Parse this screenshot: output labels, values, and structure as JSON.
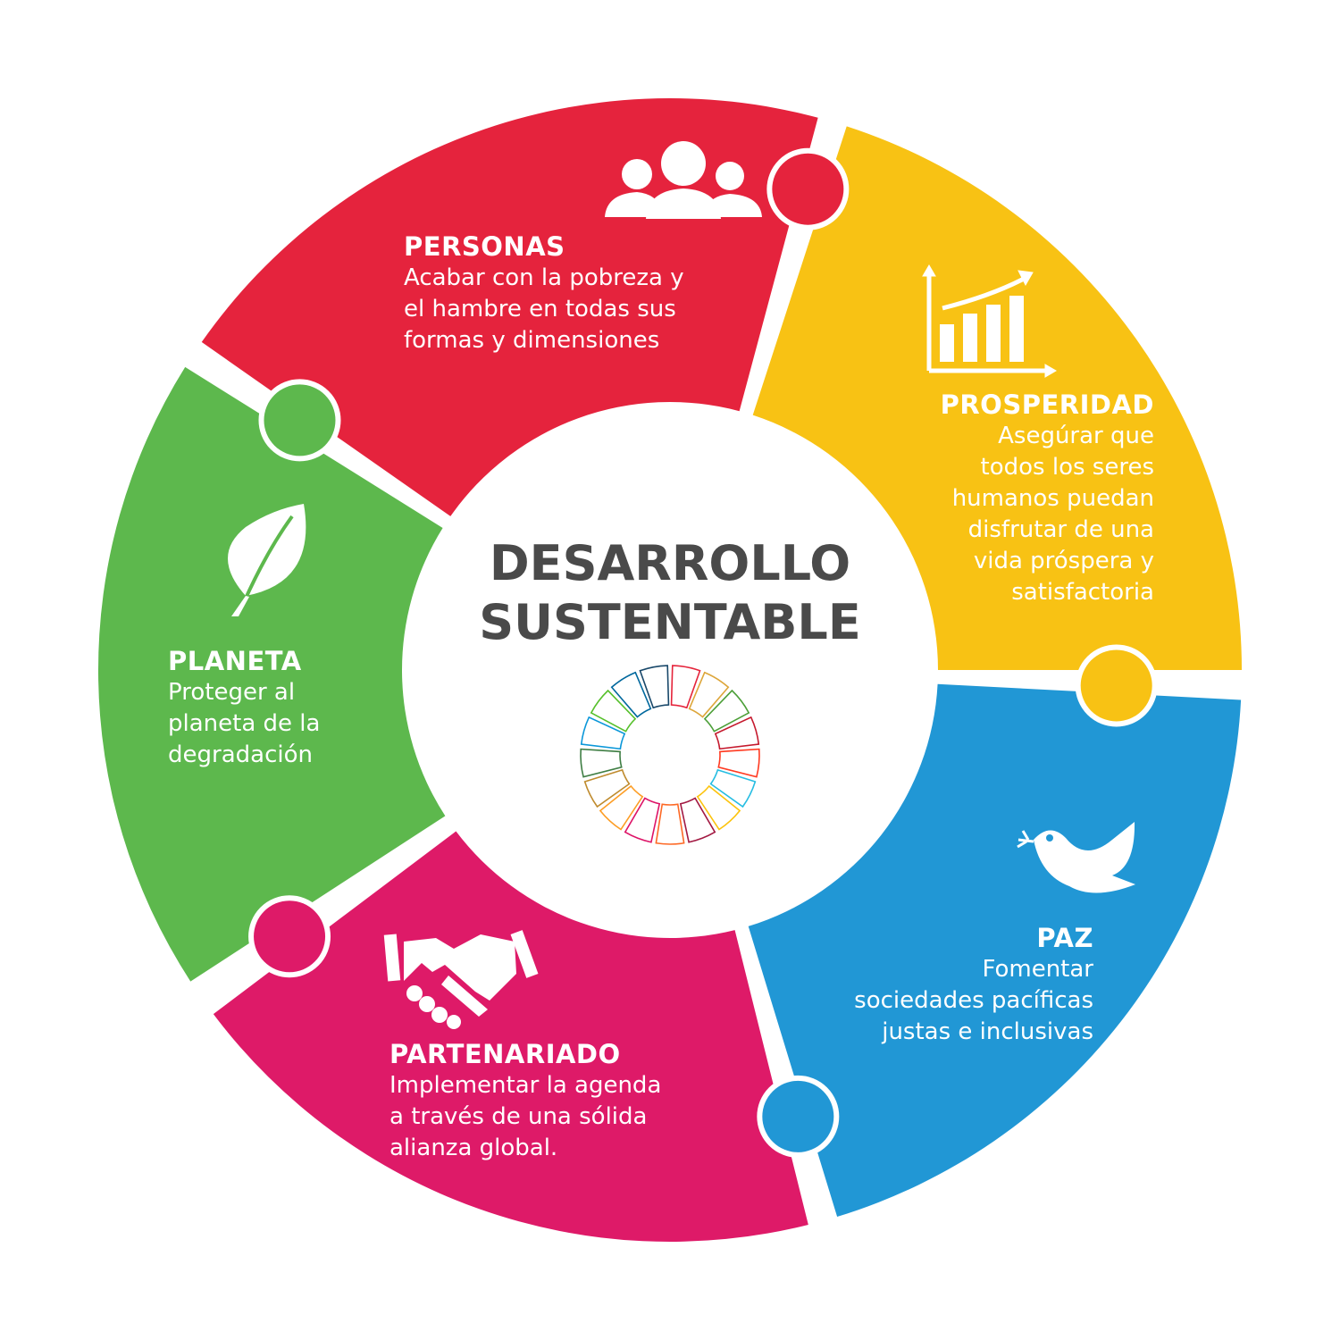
{
  "center": {
    "title": "DESARROLLO\nSUSTENTABLE"
  },
  "segments": [
    {
      "id": "personas",
      "title": "PERSONAS",
      "body": "Acabar con la pobreza y\nel hambre en todas sus\nformas y dimensiones",
      "color": "#E5233D",
      "icon": "people-icon"
    },
    {
      "id": "prosperidad",
      "title": "PROSPERIDAD",
      "body": "Asegúrar que\ntodos los seres\nhumanos puedan\ndisfrutar de una\nvida próspera y\nsatisfactoria",
      "color": "#F8C214",
      "icon": "growth-chart-icon"
    },
    {
      "id": "paz",
      "title": "PAZ",
      "body": "Fomentar\nsociedades pacíficas\njustas e inclusivas",
      "color": "#2197D5",
      "icon": "dove-icon"
    },
    {
      "id": "partenariado",
      "title": "PARTENARIADO",
      "body": "Implementar la agenda\na través de una sólida\nalianza global.",
      "color": "#DE1A68",
      "icon": "handshake-icon"
    },
    {
      "id": "planeta",
      "title": "PLANETA",
      "body": "Proteger al\nplaneta de la\ndegradación",
      "color": "#5DB84D",
      "icon": "leaf-icon"
    }
  ],
  "sdg_wheel_colors": [
    "#E5243B",
    "#DDA63A",
    "#4C9F38",
    "#C5192D",
    "#FF3A21",
    "#26BDE2",
    "#FCC30B",
    "#A21942",
    "#FD6925",
    "#DD1367",
    "#FD9D24",
    "#BF8B2E",
    "#3F7E44",
    "#0A97D9",
    "#56C02B",
    "#00689D",
    "#19486A"
  ]
}
